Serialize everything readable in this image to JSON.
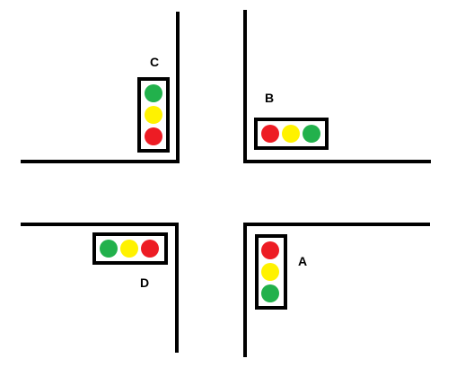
{
  "colors": {
    "background": "#ffffff",
    "road": "#000000",
    "housing_border": "#000000",
    "red": "#ed1c24",
    "yellow": "#fff200",
    "green": "#22b14c"
  },
  "roads": [
    {
      "name": "road-edge-nw"
    },
    {
      "name": "road-edge-ne"
    },
    {
      "name": "road-edge-sw"
    },
    {
      "name": "road-edge-se"
    }
  ],
  "signals": [
    {
      "id": "A",
      "label": "A",
      "orientation": "vertical",
      "lights": [
        "red",
        "yellow",
        "green"
      ]
    },
    {
      "id": "B",
      "label": "B",
      "orientation": "horizontal",
      "lights": [
        "red",
        "yellow",
        "green"
      ]
    },
    {
      "id": "C",
      "label": "C",
      "orientation": "vertical",
      "lights": [
        "green",
        "yellow",
        "red"
      ]
    },
    {
      "id": "D",
      "label": "D",
      "orientation": "horizontal",
      "lights": [
        "green",
        "yellow",
        "red"
      ]
    }
  ]
}
